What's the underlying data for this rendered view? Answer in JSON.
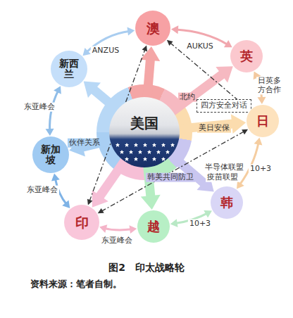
{
  "diagram": {
    "caption": "图2　印太战略轮",
    "nodes": [
      {
        "text": [
          "澳"
        ]
      },
      {
        "text": [
          "新西兰"
        ]
      },
      {
        "text": [
          "英"
        ]
      },
      {
        "text": [
          "美国"
        ]
      },
      {
        "text": [
          "四方安全对话"
        ]
      },
      {
        "text": [
          "新加坡"
        ]
      },
      {
        "text": [
          "日"
        ]
      },
      {
        "text": [
          "韩"
        ]
      },
      {
        "text": [
          "印"
        ]
      },
      {
        "text": [
          "越"
        ]
      }
    ],
    "edges": [
      {
        "from": 3,
        "to": 0,
        "arrow": "to"
      },
      {
        "from": 3,
        "to": 1,
        "arrow": "to"
      },
      {
        "from": 3,
        "to": 2,
        "label": "北约",
        "arrow": "to"
      },
      {
        "from": 3,
        "to": 5,
        "label": "伙伴关系",
        "arrow": "to"
      },
      {
        "from": 3,
        "to": 6,
        "label": "美日安保",
        "arrow": "to"
      },
      {
        "from": 3,
        "to": 7,
        "label": "韩美共同防卫",
        "arrow": "to"
      },
      {
        "from": 3,
        "to": 8,
        "arrow": "to"
      },
      {
        "from": 3,
        "to": 9,
        "arrow": "to"
      },
      {
        "from": 1,
        "to": 0,
        "arrow": "both"
      },
      {
        "from": 0,
        "to": 2,
        "arrow": "both"
      },
      {
        "from": 2,
        "to": 6,
        "label": "日英多方合作",
        "arrow": "both"
      },
      {
        "from": 6,
        "to": 7,
        "label": "10+3",
        "arrow": "both"
      },
      {
        "from": 7,
        "to": 9,
        "label": "10+3",
        "arrow": "both"
      },
      {
        "from": 9,
        "to": 8,
        "label": "东亚峰会",
        "arrow": "both"
      },
      {
        "from": 8,
        "to": 5,
        "label": "东亚峰会",
        "arrow": "both"
      },
      {
        "from": 5,
        "to": 1,
        "label": "东亚峰会",
        "arrow": "both"
      },
      {
        "from": 8,
        "to": 0,
        "arrow": "both"
      },
      {
        "from": 8,
        "to": 6,
        "arrow": "both"
      },
      {
        "from": 0,
        "to": 6,
        "arrow": "both"
      }
    ],
    "labels": [
      "ANZUS",
      "AUKUS",
      "半导体联盟",
      "疫苗联盟",
      "资料来源：笔者自制。"
    ]
  }
}
